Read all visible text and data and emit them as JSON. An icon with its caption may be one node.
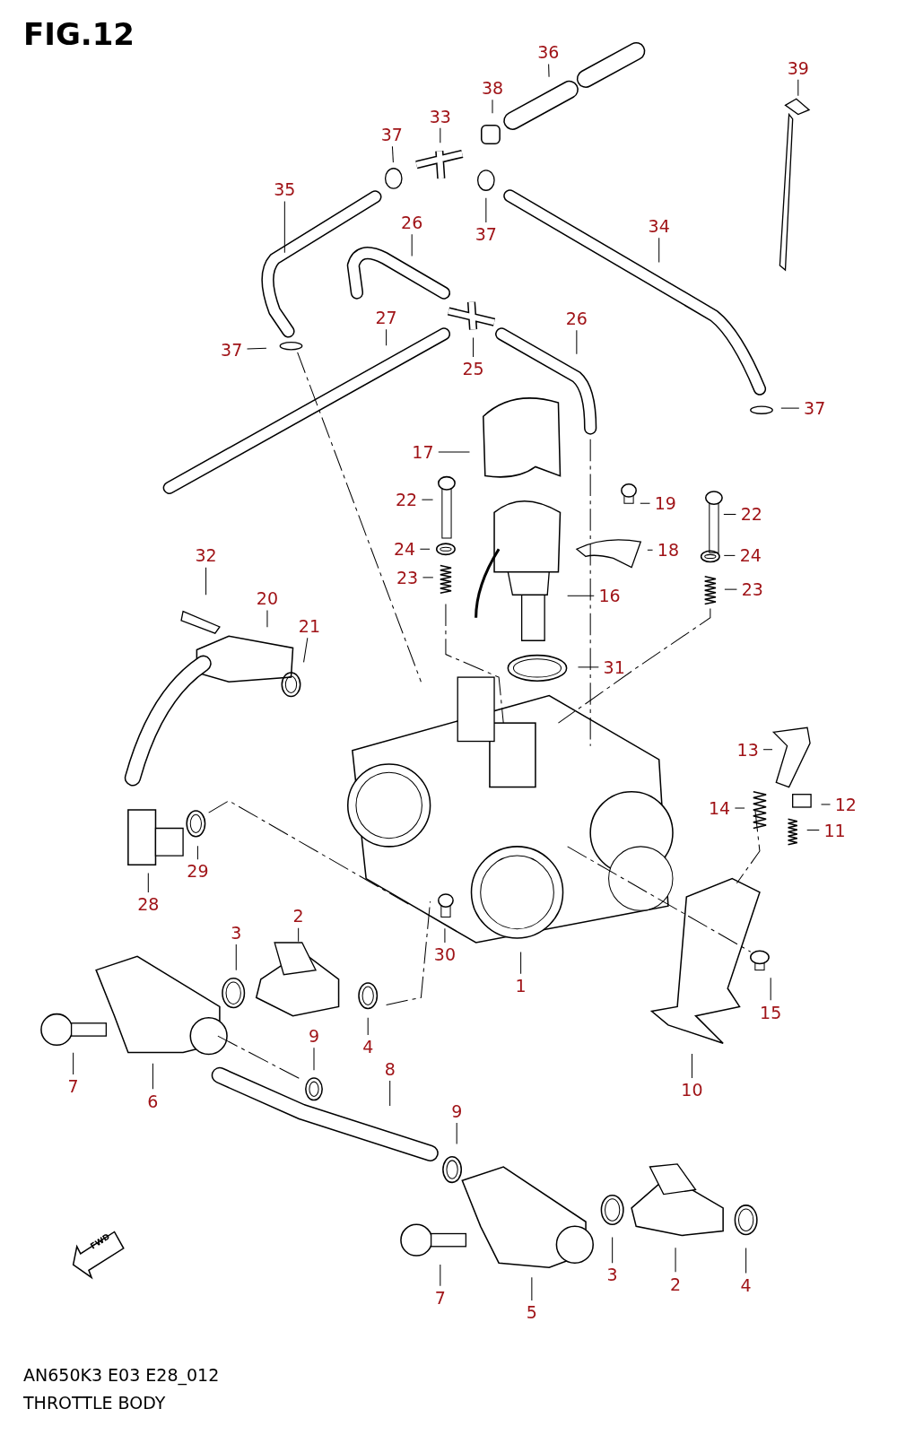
{
  "diagram": {
    "title": "FIG.12",
    "nodes": [
      {
        "text": [
          "36"
        ]
      },
      {
        "text": [
          "39"
        ]
      },
      {
        "text": [
          "38"
        ]
      },
      {
        "text": [
          "33"
        ]
      },
      {
        "text": [
          "37"
        ]
      },
      {
        "text": [
          "35"
        ]
      },
      {
        "text": [
          "26"
        ]
      },
      {
        "text": [
          "34"
        ]
      },
      {
        "text": [
          "37"
        ]
      },
      {
        "text": [
          "27"
        ]
      },
      {
        "text": [
          "26"
        ]
      },
      {
        "text": [
          "37"
        ]
      },
      {
        "text": [
          "25"
        ]
      },
      {
        "text": [
          "37"
        ]
      },
      {
        "text": [
          "17"
        ]
      },
      {
        "text": [
          "22"
        ]
      },
      {
        "text": [
          "19"
        ]
      },
      {
        "text": [
          "22"
        ]
      },
      {
        "text": [
          "24"
        ]
      },
      {
        "text": [
          "18"
        ]
      },
      {
        "text": [
          "24"
        ]
      },
      {
        "text": [
          "32"
        ]
      },
      {
        "text": [
          "23"
        ]
      },
      {
        "text": [
          "23"
        ]
      },
      {
        "text": [
          "16"
        ]
      },
      {
        "text": [
          "20"
        ]
      },
      {
        "text": [
          "21"
        ]
      },
      {
        "text": [
          "31"
        ]
      },
      {
        "text": [
          "13"
        ]
      },
      {
        "text": [
          "12"
        ]
      },
      {
        "text": [
          "14"
        ]
      },
      {
        "text": [
          "11"
        ]
      },
      {
        "text": [
          "29"
        ]
      },
      {
        "text": [
          "28"
        ]
      },
      {
        "text": [
          "2"
        ]
      },
      {
        "text": [
          "3"
        ]
      },
      {
        "text": [
          "30"
        ]
      },
      {
        "text": [
          "1"
        ]
      },
      {
        "text": [
          "15"
        ]
      },
      {
        "text": [
          "9"
        ]
      },
      {
        "text": [
          "4"
        ]
      },
      {
        "text": [
          "7"
        ]
      },
      {
        "text": [
          "6"
        ]
      },
      {
        "text": [
          "8"
        ]
      },
      {
        "text": [
          "10"
        ]
      },
      {
        "text": [
          "9"
        ]
      },
      {
        "text": [
          "3"
        ]
      },
      {
        "text": [
          "2"
        ]
      },
      {
        "text": [
          "4"
        ]
      },
      {
        "text": [
          "7"
        ]
      },
      {
        "text": [
          "5"
        ]
      }
    ],
    "edges": [
      {
        "from": 0,
        "to": null,
        "arrow": "none"
      },
      {
        "from": 1,
        "to": null,
        "arrow": "none"
      },
      {
        "from": 2,
        "to": null,
        "arrow": "none"
      },
      {
        "from": 3,
        "to": null,
        "arrow": "none"
      },
      {
        "from": 4,
        "to": null,
        "arrow": "none"
      },
      {
        "from": 5,
        "to": null,
        "arrow": "none"
      },
      {
        "from": 6,
        "to": null,
        "arrow": "none"
      },
      {
        "from": 7,
        "to": null,
        "arrow": "none"
      },
      {
        "from": 8,
        "to": null,
        "arrow": "none"
      },
      {
        "from": 9,
        "to": null,
        "arrow": "none"
      },
      {
        "from": 10,
        "to": null,
        "arrow": "none"
      },
      {
        "from": 11,
        "to": null,
        "arrow": "none"
      },
      {
        "from": 12,
        "to": null,
        "arrow": "none"
      },
      {
        "from": 13,
        "to": null,
        "arrow": "none"
      },
      {
        "from": 14,
        "to": null,
        "arrow": "none"
      },
      {
        "from": 15,
        "to": null,
        "arrow": "none"
      },
      {
        "from": 16,
        "to": null,
        "arrow": "none"
      },
      {
        "from": 17,
        "to": null,
        "arrow": "none"
      },
      {
        "from": 18,
        "to": null,
        "arrow": "none"
      },
      {
        "from": 19,
        "to": null,
        "arrow": "none"
      },
      {
        "from": 20,
        "to": null,
        "arrow": "none"
      },
      {
        "from": 21,
        "to": null,
        "arrow": "none"
      },
      {
        "from": 22,
        "to": null,
        "arrow": "none"
      },
      {
        "from": 23,
        "to": null,
        "arrow": "none"
      },
      {
        "from": 24,
        "to": null,
        "arrow": "none"
      },
      {
        "from": 25,
        "to": null,
        "arrow": "none"
      },
      {
        "from": 26,
        "to": null,
        "arrow": "none"
      },
      {
        "from": 27,
        "to": null,
        "arrow": "none"
      },
      {
        "from": 28,
        "to": null,
        "arrow": "none"
      },
      {
        "from": 29,
        "to": null,
        "arrow": "none"
      },
      {
        "from": 30,
        "to": null,
        "arrow": "none"
      },
      {
        "from": 31,
        "to": null,
        "arrow": "none"
      },
      {
        "from": 32,
        "to": null,
        "arrow": "none"
      },
      {
        "from": 33,
        "to": null,
        "arrow": "none"
      },
      {
        "from": 34,
        "to": null,
        "arrow": "none"
      },
      {
        "from": 35,
        "to": null,
        "arrow": "none"
      },
      {
        "from": 36,
        "to": null,
        "arrow": "none"
      },
      {
        "from": 37,
        "to": null,
        "arrow": "none"
      },
      {
        "from": 38,
        "to": null,
        "arrow": "none"
      },
      {
        "from": 39,
        "to": null,
        "arrow": "none"
      },
      {
        "from": 40,
        "to": null,
        "arrow": "none"
      },
      {
        "from": 41,
        "to": null,
        "arrow": "none"
      },
      {
        "from": 42,
        "to": null,
        "arrow": "none"
      },
      {
        "from": 43,
        "to": null,
        "arrow": "none"
      },
      {
        "from": 44,
        "to": null,
        "arrow": "none"
      },
      {
        "from": 45,
        "to": null,
        "arrow": "none"
      },
      {
        "from": 46,
        "to": null,
        "arrow": "none"
      },
      {
        "from": 47,
        "to": null,
        "arrow": "none"
      },
      {
        "from": 48,
        "to": null,
        "arrow": "none"
      },
      {
        "from": 49,
        "to": null,
        "arrow": "none"
      },
      {
        "from": 50,
        "to": null,
        "arrow": "none"
      }
    ],
    "labels": [
      "FWD",
      "AN650K3 E03 E28_012",
      "THROTTLE BODY"
    ]
  }
}
